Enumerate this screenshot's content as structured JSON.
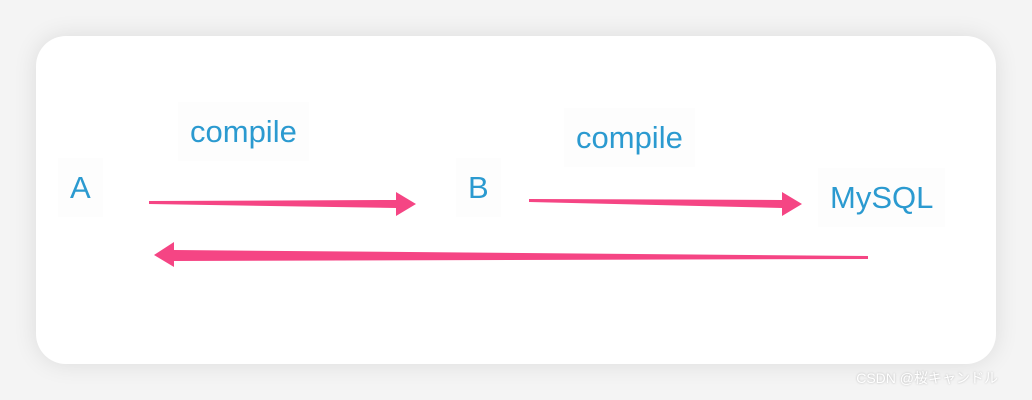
{
  "diagram": {
    "nodes": [
      {
        "id": "a",
        "label": "A"
      },
      {
        "id": "b",
        "label": "B"
      },
      {
        "id": "mysql",
        "label": "MySQL"
      }
    ],
    "edges": [
      {
        "from": "a",
        "to": "b",
        "label": "compile"
      },
      {
        "from": "b",
        "to": "mysql",
        "label": "compile"
      },
      {
        "from": "mysql",
        "to": "a",
        "label": ""
      }
    ]
  },
  "colors": {
    "node_text": "#2b9ad0",
    "arrow": "#f54584"
  },
  "watermark": "CSDN @桜キャンドル"
}
